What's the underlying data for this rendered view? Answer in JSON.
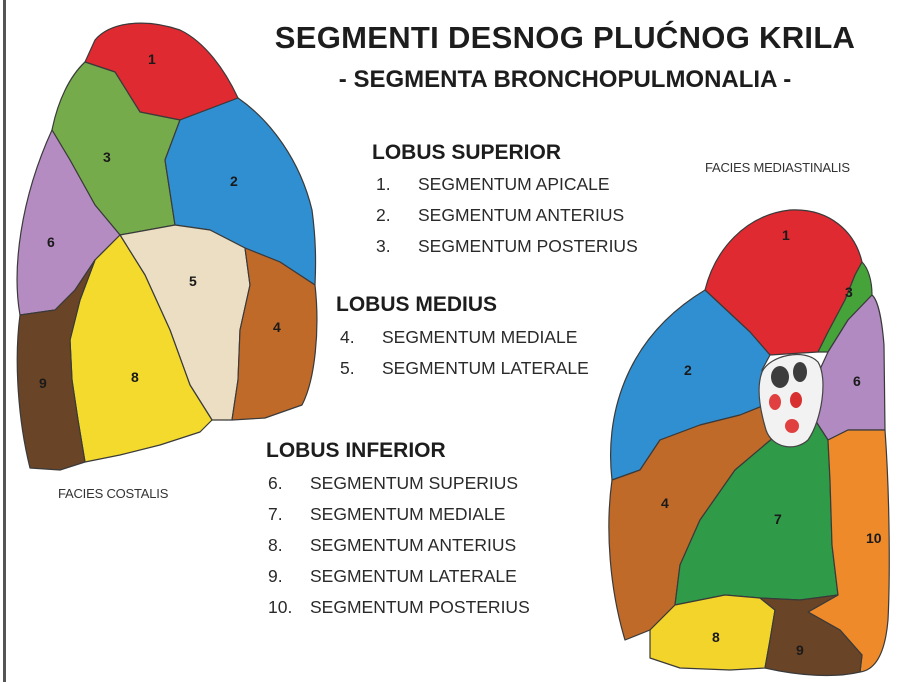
{
  "title": "SEGMENTI  DESNOG PLUĆNOG KRILA",
  "subtitle": "- SEGMENTA  BRONCHOPULMONALIA -",
  "lobes": [
    {
      "heading": "LOBUS  SUPERIOR",
      "segments": [
        {
          "num": "1.",
          "name": "SEGMENTUM APICALE"
        },
        {
          "num": "2.",
          "name": "SEGMENTUM ANTERIUS"
        },
        {
          "num": "3.",
          "name": "SEGMENTUM POSTERIUS"
        }
      ]
    },
    {
      "heading": "LOBUS  MEDIUS",
      "segments": [
        {
          "num": "4.",
          "name": "SEGMENTUM MEDIALE"
        },
        {
          "num": "5.",
          "name": "SEGMENTUM LATERALE"
        }
      ]
    },
    {
      "heading": "LOBUS  INFERIOR",
      "segments": [
        {
          "num": "6.",
          "name": "SEGMENTUM SUPERIUS"
        },
        {
          "num": "7.",
          "name": "SEGMENTUM MEDIALE"
        },
        {
          "num": "8.",
          "name": "SEGMENTUM ANTERIUS"
        },
        {
          "num": "9.",
          "name": "SEGMENTUM LATERALE"
        },
        {
          "num": "10.",
          "name": "SEGMENTUM POSTERIUS"
        }
      ]
    }
  ],
  "faces": {
    "costal": "FACIES COSTALIS",
    "mediastinal": "FACIES MEDIASTINALIS"
  },
  "segment_numbers": {
    "s1": "1",
    "s2": "2",
    "s3": "3",
    "s4": "4",
    "s5": "5",
    "s6": "6",
    "s7": "7",
    "s8": "8",
    "s9": "9",
    "s10": "10"
  },
  "colors": {
    "apicale": "#de2a30",
    "anterius_superior": "#2f8fd0",
    "posterius_superior": "#74a94a",
    "mediale_medius": "#c0692a",
    "laterale_medius": "#e8dcc0",
    "superius_inferior": "#b08ac0",
    "mediale_inferior": "#2f9a48",
    "anterius_inferior": "#f4dc2c",
    "laterale_inferior": "#6a4426",
    "posterius_inferior": "#ee8a2a"
  }
}
